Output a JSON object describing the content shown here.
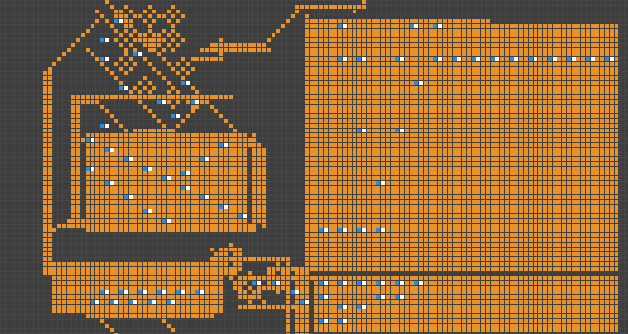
{
  "board": {
    "colors": {
      "background": "#3e3e3e",
      "grid_line": "#4d4d4d",
      "wire": "#e8922a",
      "electron_head": "#2a8ce0",
      "electron_tail": "#ffffff"
    },
    "cell_states": [
      "empty",
      "wire",
      "electron_head",
      "electron_tail"
    ]
  }
}
